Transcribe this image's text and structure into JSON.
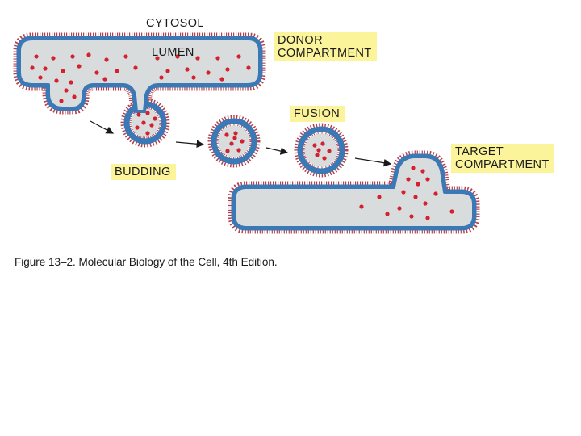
{
  "labels": {
    "cytosol": "CYTOSOL",
    "lumen": "LUMEN",
    "donor_line1": "DONOR",
    "donor_line2": "COMPARTMENT",
    "fusion": "FUSION",
    "budding": "BUDDING",
    "target_line1": "TARGET",
    "target_line2": "COMPARTMENT"
  },
  "caption": "Figure 13–2. Molecular Biology of the Cell, 4th Edition.",
  "colors": {
    "background": "#ffffff",
    "lumen_fill": "#d9dcdd",
    "membrane_blue": "#3a79b5",
    "membrane_head": "#b5404d",
    "cargo_red": "#d4202f",
    "label_box": "#fbf49a",
    "arrow": "#1a1a1a"
  }
}
